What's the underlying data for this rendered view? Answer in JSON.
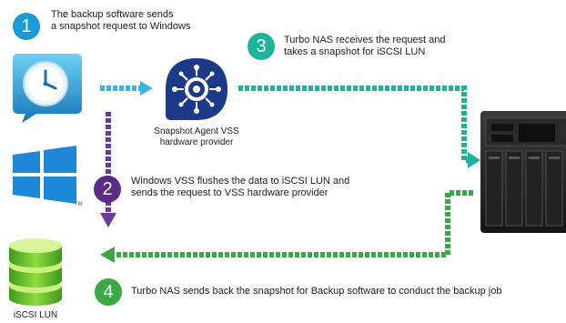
{
  "steps": [
    {
      "number": "1",
      "line1": "The backup software sends",
      "line2": "a snapshot request to Windows",
      "color": "#1a9ad6"
    },
    {
      "number": "2",
      "line1": "Windows VSS flushes the data to iSCSI LUN and",
      "line2": "sends the request to VSS hardware provider",
      "color": "#5b2c86"
    },
    {
      "number": "3",
      "line1": "Turbo NAS receives the request and",
      "line2": "takes a snapshot for iSCSI LUN",
      "color": "#1bb39a"
    },
    {
      "number": "4",
      "line1": "Turbo NAS sends back the snapshot for Backup software to conduct the backup job",
      "color": "#3aa845"
    }
  ],
  "agent": {
    "line1": "Snapshot Agent VSS",
    "line2": "hardware provider",
    "icon": "gear-network-icon"
  },
  "lun": {
    "label": "iSCSI LUN",
    "icon": "database-icon"
  },
  "windows": {
    "trademark": "TM",
    "icon": "windows-logo-icon"
  },
  "backup": {
    "icon": "clock-icon"
  },
  "nas": {
    "icon": "nas-device-icon"
  },
  "colors": {
    "blue_arrow": "#3ab4e6",
    "purple_arrow": "#6b3a9a",
    "teal_arrow": "#1fb39a",
    "green_arrow": "#3aa845"
  }
}
